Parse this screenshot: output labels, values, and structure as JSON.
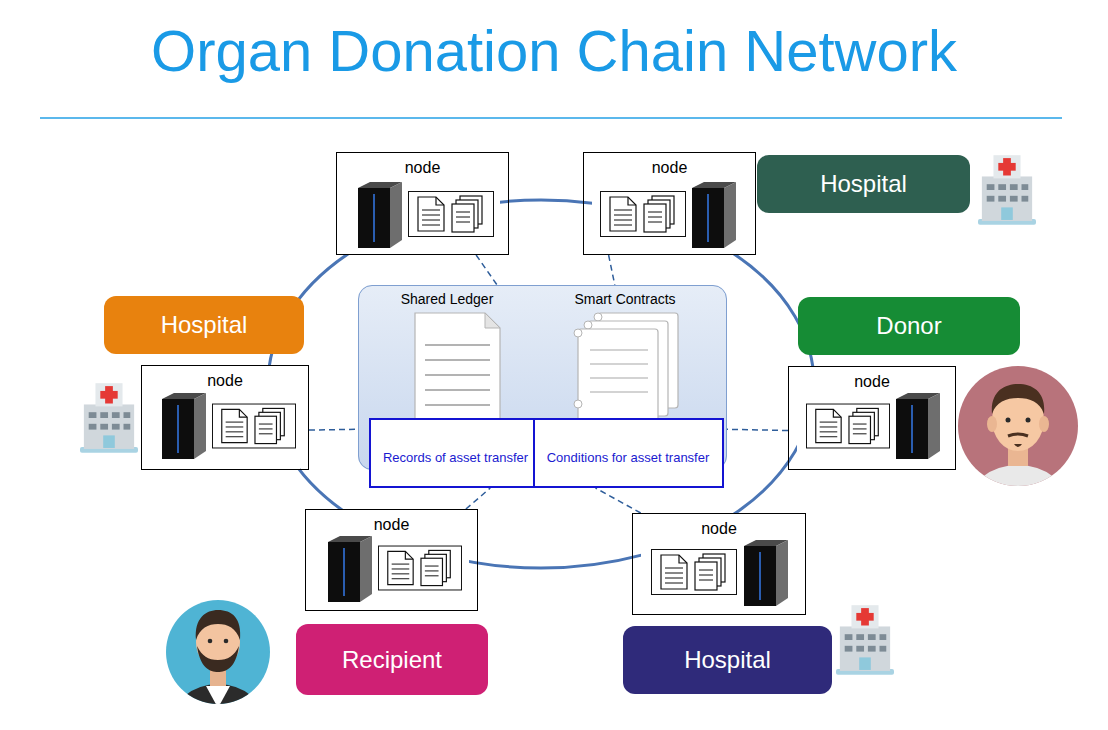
{
  "diagram": {
    "title": "Organ Donation Chain Network",
    "nodes": [
      {
        "text": [
          "node"
        ]
      },
      {
        "text": [
          "node"
        ]
      },
      {
        "text": [
          "Hospital"
        ]
      },
      {
        "text": [
          "Shared Ledger",
          "Smart Contracts"
        ]
      },
      {
        "text": [
          "Records of asset transfer"
        ],
        "in": 3
      },
      {
        "text": [
          "Conditions for asset transfer"
        ],
        "in": 3
      },
      {
        "text": [
          "Hospital"
        ]
      },
      {
        "text": [
          "Donor"
        ]
      },
      {
        "text": [
          "node"
        ]
      },
      {
        "text": [
          "node"
        ]
      },
      {
        "text": [
          "node"
        ]
      },
      {
        "text": [
          "node"
        ]
      },
      {
        "text": [
          "Recipient"
        ]
      },
      {
        "text": [
          "Hospital"
        ]
      }
    ],
    "edges": [
      {
        "from": 0,
        "to": 3,
        "arrow": "none"
      },
      {
        "from": 1,
        "to": 3,
        "arrow": "none"
      },
      {
        "from": 8,
        "to": 3,
        "arrow": "none"
      },
      {
        "from": 9,
        "to": 3,
        "arrow": "none"
      },
      {
        "from": 10,
        "to": 4,
        "arrow": "none"
      },
      {
        "from": 11,
        "to": 5,
        "arrow": "none"
      }
    ]
  }
}
